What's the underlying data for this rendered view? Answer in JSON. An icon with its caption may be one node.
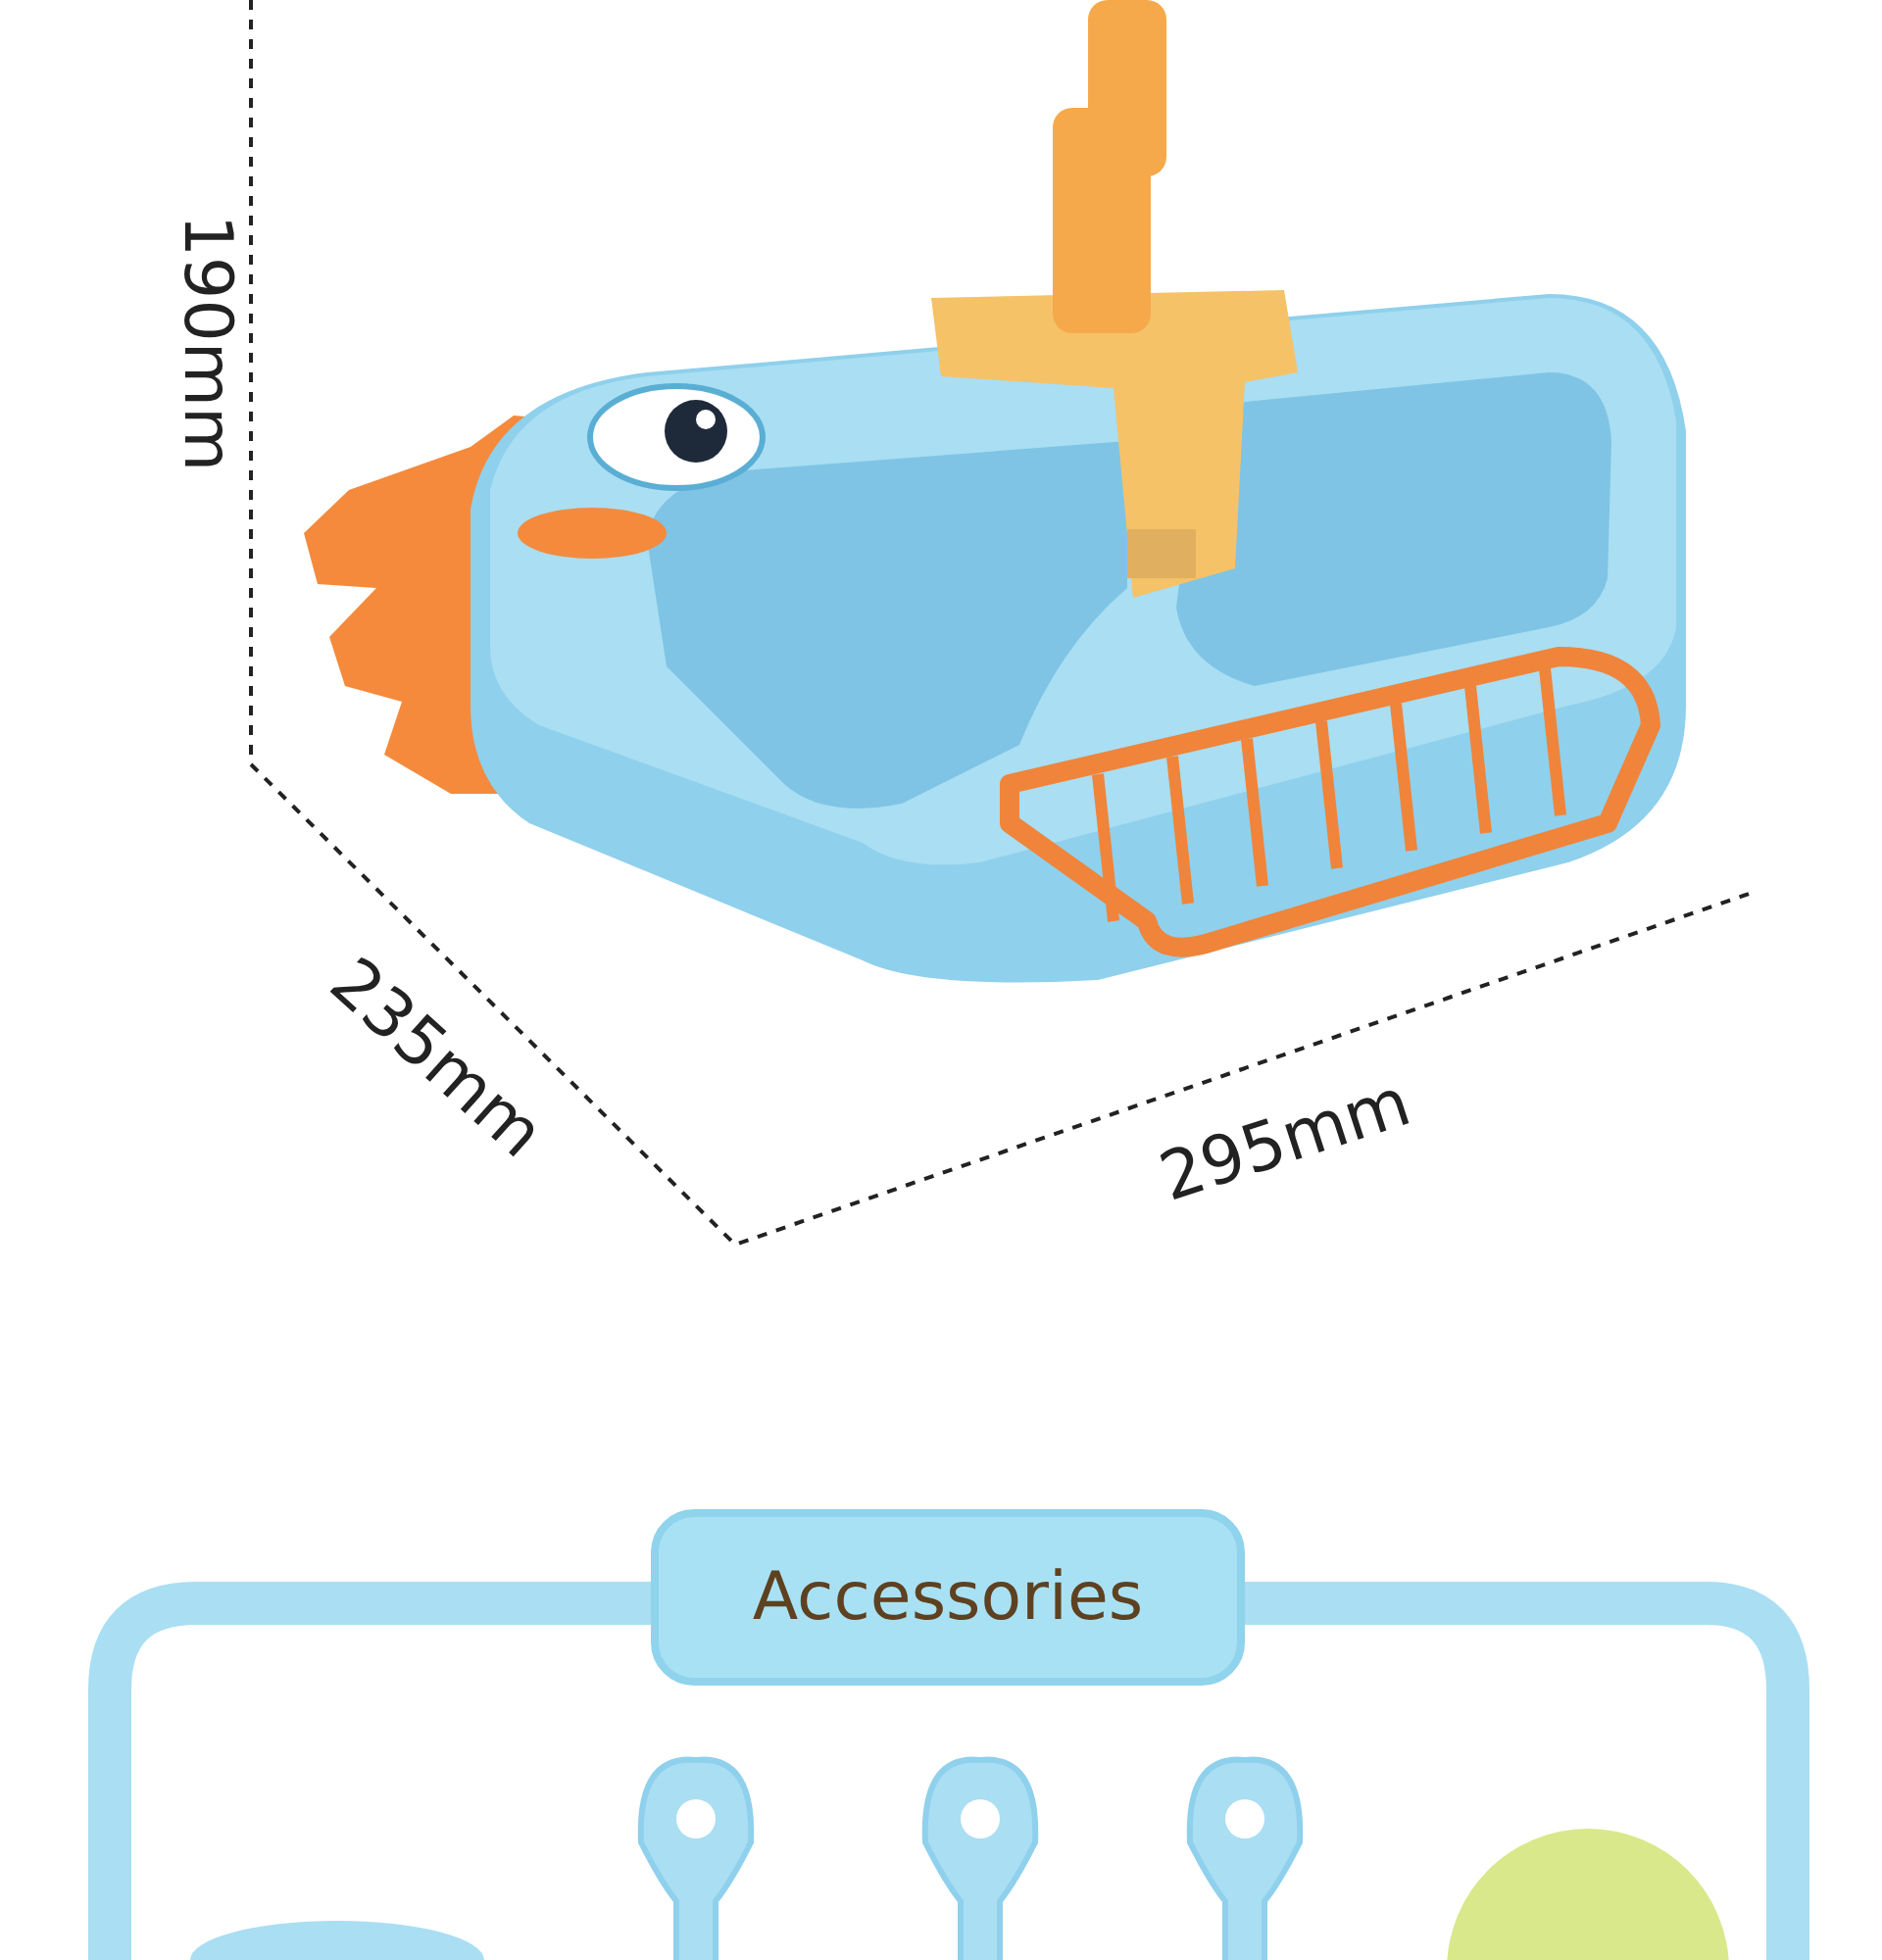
{
  "diagram": {
    "nodes": [
      {
        "text": [
          "Accessories"
        ]
      }
    ],
    "labels": [
      "190mm",
      "235mm",
      "295mm"
    ]
  }
}
